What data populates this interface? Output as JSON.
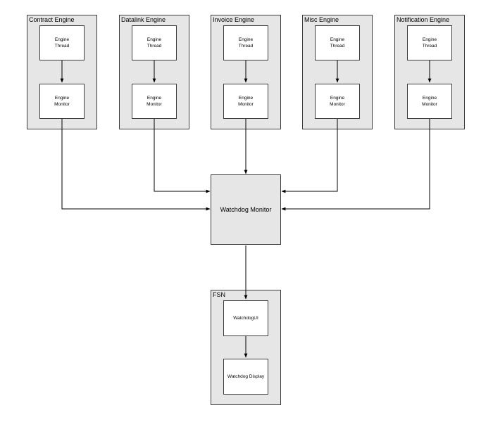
{
  "engines": [
    {
      "title": "Contract Engine",
      "thread": [
        "Engine",
        "Thread"
      ],
      "monitor": [
        "Engine",
        "Monitor"
      ]
    },
    {
      "title": "Datalink Engine",
      "thread": [
        "Engine",
        "Thread"
      ],
      "monitor": [
        "Engine",
        "Monitor"
      ]
    },
    {
      "title": "Invoice Engine",
      "thread": [
        "Engine",
        "Thread"
      ],
      "monitor": [
        "Engine",
        "Monitor"
      ]
    },
    {
      "title": "Misc Engine",
      "thread": [
        "Engine",
        "Thread"
      ],
      "monitor": [
        "Engine",
        "Monitor"
      ]
    },
    {
      "title": "Notification Engine",
      "thread": [
        "Engine",
        "Thread"
      ],
      "monitor": [
        "Engine",
        "Monitor"
      ]
    }
  ],
  "watchdog": {
    "label": "Watchdog Monitor"
  },
  "fsn": {
    "title": "FSN",
    "ui_label": "WatchdogUI",
    "display_label": "Watchdog Display"
  },
  "colors": {
    "container_fill": "#e6e6e6",
    "node_fill": "#ffffff",
    "stroke": "#3c3c3c"
  }
}
